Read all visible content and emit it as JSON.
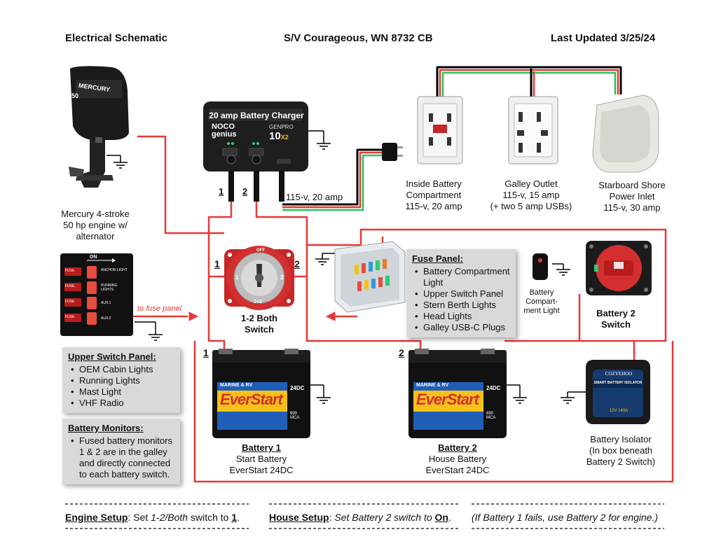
{
  "header": {
    "left": "Electrical Schematic",
    "center": "S/V Courageous, WN 8732 CB",
    "right": "Last Updated 3/25/24"
  },
  "engine": {
    "brand": "MERCURY",
    "hp_badge": "50",
    "label_lines": [
      "Mercury 4-stroke",
      "50 hp engine w/",
      "alternator"
    ]
  },
  "charger": {
    "title": "20 amp Battery Charger",
    "brand_lines": [
      "NOCO",
      "genius"
    ],
    "model_small": "GENPRO",
    "model_big": "10",
    "model_suffix": "X2",
    "output_1": "1",
    "output_2": "2",
    "ac_label": "115-v, 20 amp"
  },
  "outlets": [
    {
      "lines": [
        "Inside Battery",
        "Compartment",
        "115-v, 20 amp"
      ]
    },
    {
      "lines": [
        "Galley Outlet",
        "115-v, 15 amp",
        "(+ two 5 amp USBs)"
      ]
    },
    {
      "lines": [
        "Starboard Shore",
        "Power Inlet",
        "115-v, 30 amp"
      ]
    }
  ],
  "switch_panel_img": {
    "header": "ON",
    "rows": [
      {
        "fuse": "FUSE",
        "label": "ANCHOR LIGHT"
      },
      {
        "fuse": "FUSE",
        "label": "RUNNING LIGHTS"
      },
      {
        "fuse": "FUSE",
        "label": "AUX.1"
      },
      {
        "fuse": "FUSE",
        "label": "AUX.2"
      }
    ],
    "arrow_label": "to fuse panel"
  },
  "main_switch": {
    "dial_off": "OFF",
    "pos_1": "1",
    "pos_2": "2",
    "pos_both": "1+2",
    "side_1": "1",
    "side_2": "2",
    "label_lines": [
      "1-2 Both",
      "Switch"
    ]
  },
  "fuse_panel": {
    "title": "Fuse Panel",
    "items": [
      "Battery Compartment Light",
      "Upper Switch Panel",
      "Stern Berth Lights",
      "Head Lights",
      "Galley USB-C Plugs"
    ]
  },
  "compartment_light": {
    "label_lines": [
      "Battery",
      "Compart-",
      "ment Light"
    ]
  },
  "battery2_switch": {
    "label_lines": [
      "Battery 2",
      "Switch"
    ]
  },
  "upper_switch_panel": {
    "title": "Upper Switch Panel",
    "items": [
      "OEM Cabin Lights",
      "Running Lights",
      "Mast Light",
      "VHF Radio"
    ]
  },
  "battery_monitors": {
    "title": "Battery Monitors",
    "items": [
      "Fused battery monitors 1 & 2 are in the galley and directly connected to each battery switch."
    ]
  },
  "batteries": [
    {
      "tag": "1",
      "brand": "EverStart",
      "banner": "MARINE & RV",
      "group": "24DC",
      "mca": "690 MCA",
      "name": "Battery 1",
      "lines": [
        "Start Battery",
        "EverStart 24DC"
      ]
    },
    {
      "tag": "2",
      "brand": "EverStart",
      "banner": "MARINE & RV",
      "group": "24DC",
      "mca": "690 MCA",
      "name": "Battery 2",
      "lines": [
        "House Battery",
        "EverStart 24DC"
      ]
    }
  ],
  "isolator": {
    "brand": "COZYEHOO",
    "banner": "SMART BATTERY ISOLATOR",
    "spec": "12V 140A",
    "label_lines": [
      "Battery Isolator",
      "(In box beneath",
      "Battery 2 Switch)"
    ]
  },
  "footer": {
    "engine": {
      "title": "Engine Setup",
      "text": ": Set ",
      "em1": "1-2/Both",
      "text2": " switch to ",
      "val": "1",
      "end": "."
    },
    "house": {
      "title": "House Setup",
      "text": ": ",
      "em1": "Set Battery 2 switch to ",
      "val": "On",
      "end": "."
    },
    "note": "(If Battery 1 fails, use Battery 2 for engine.)"
  },
  "colors": {
    "wire_red": "#e53935",
    "wire_green": "#22c55e",
    "wire_black": "#000000",
    "switch_red": "#d32f2f",
    "battery_blue": "#1f5fb8",
    "battery_yellow": "#f6c21a"
  }
}
